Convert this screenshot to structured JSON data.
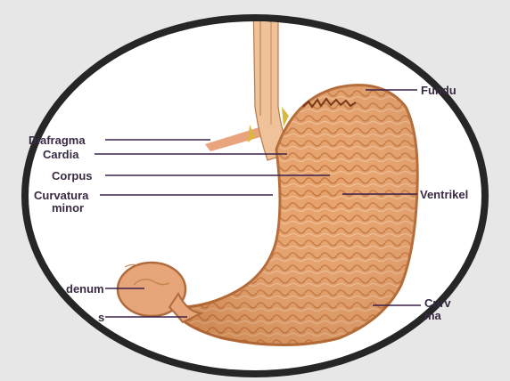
{
  "diagram": {
    "labels": {
      "fundus": "Fundu",
      "diafragma": "Diafragma",
      "cardia": "Cardia",
      "corpus": "Corpus",
      "curvatura_minor_1": "Curvatura",
      "curvatura_minor_2": "minor",
      "ventrikel": "Ventrikel",
      "duodenum": "denum",
      "pylorus": "s",
      "curvatura_major_1": "Curv",
      "curvatura_major_2": "ma"
    },
    "colors": {
      "background": "#e7e7e7",
      "frame": "#262626",
      "inner": "#ffffff",
      "stomach": "#e8a773",
      "stomach_dark": "#c27a45",
      "esophagus": "#f0c29a",
      "label_line": "#3a2048"
    }
  }
}
